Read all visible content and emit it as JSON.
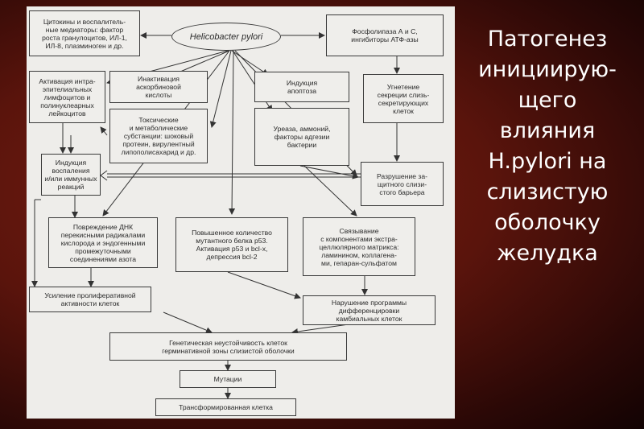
{
  "slide": {
    "title_lines": [
      "Патогенез",
      "инициирую-",
      "щего",
      "влияния",
      "H.pylori на",
      "слизистую",
      "оболочку",
      "желудка"
    ]
  },
  "diagram": {
    "center": "Helicobacter pylori",
    "nodes": {
      "cytokines": "Цитокины и воспалитель-\nные медиаторы: фактор\nроста гранулоцитов, ИЛ-1,\nИЛ-8, плазминоген и др.",
      "phospholipase": "Фосфолипаза А и С,\nингибиторы АТФ-азы",
      "ascorbic": "Инактивация\nаскорбиновой\nкислоты",
      "apoptosis": "Индукция\nапоптоза",
      "lymphocytes": "Активация интра-\nэпителиальных\nлимфоцитов и\nполинуклеарных\nлейкоцитов",
      "mucus": "Угнетение\nсекреции слизь-\nсекретирующих\nклеток",
      "toxic": "Токсические\nи метаболические\nсубстанции: шоковый\nпротеин, вирулентный\nлипополисахарид и др.",
      "urease": "Уреаза, аммоний,\nфакторы адгезии\nбактерии",
      "inflammation": "Индукция\nвоспаления\nи/или иммунных\nреакций",
      "barrier": "Разрушение за-\nщитного слизи-\nстого барьера",
      "dna": "Повреждение ДНК\nперекисными радикалами\nкислорода и эндогенными\nпромежуточными\nсоединениями азота",
      "p53": "Повышенное количество\nмутантного белка p53.\nАктивация p53 и bcl-x,\nдепрессия bcl-2",
      "matrix": "Связывание\nс компонентами экстра-\nцеллюлярного матрикса:\nламинином, коллагена-\nми, гепаран-сульфатом",
      "proliferation": "Усиление пролиферативной\nактивности клеток",
      "differentiation": "Нарушение программы\nдифференцировки\nкамбиальных клеток",
      "genetic": "Генетическая неустойчивость клеток\nгерминативной зоны слизистой оболочки",
      "mutations": "Мутации",
      "transformed": "Трансформированная клетка"
    }
  }
}
